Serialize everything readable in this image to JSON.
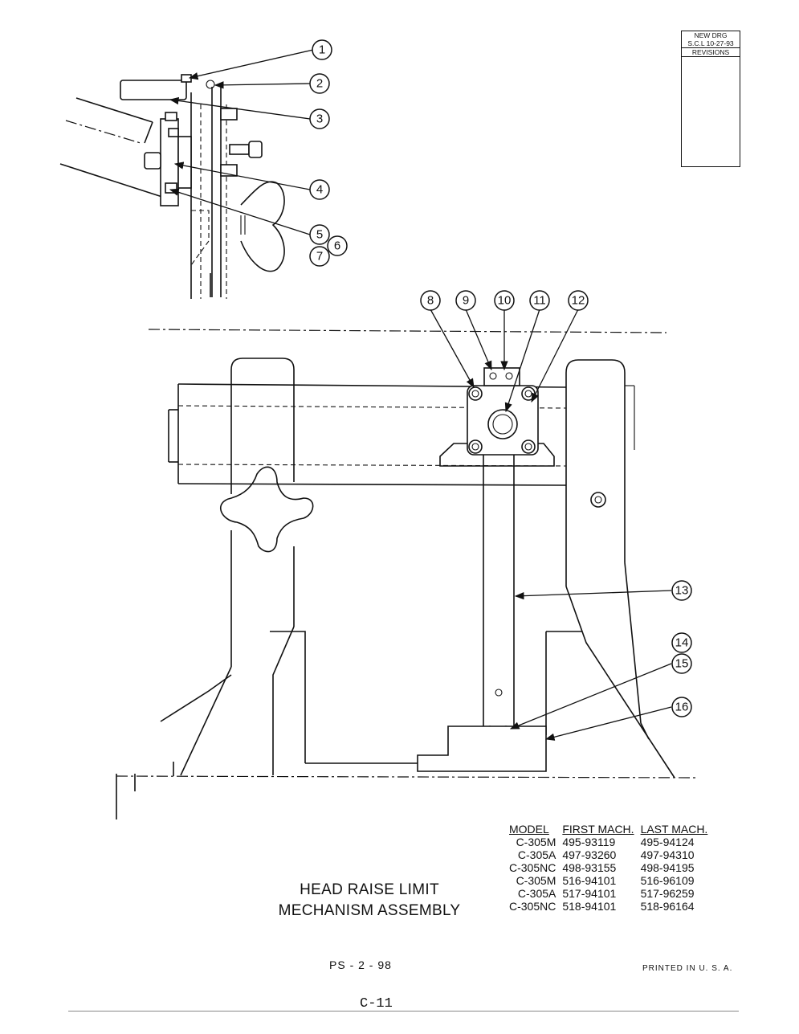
{
  "revision_block": {
    "line1": "NEW DRG",
    "line2": "S.C.L 10-27-93",
    "line3": "REVISIONS"
  },
  "callouts": [
    {
      "id": "1",
      "label": "1"
    },
    {
      "id": "2",
      "label": "2"
    },
    {
      "id": "3",
      "label": "3"
    },
    {
      "id": "4",
      "label": "4"
    },
    {
      "id": "5",
      "label": "5"
    },
    {
      "id": "6",
      "label": "6"
    },
    {
      "id": "7",
      "label": "7"
    },
    {
      "id": "8",
      "label": "8"
    },
    {
      "id": "9",
      "label": "9"
    },
    {
      "id": "10",
      "label": "10"
    },
    {
      "id": "11",
      "label": "11"
    },
    {
      "id": "12",
      "label": "12"
    },
    {
      "id": "13",
      "label": "13"
    },
    {
      "id": "14",
      "label": "14"
    },
    {
      "id": "15",
      "label": "15"
    },
    {
      "id": "16",
      "label": "16"
    }
  ],
  "title": {
    "line1": "HEAD RAISE LIMIT",
    "line2": "MECHANISM ASSEMBLY"
  },
  "model_table": {
    "headers": [
      "MODEL",
      "FIRST MACH.",
      "LAST MACH."
    ],
    "rows": [
      [
        "C-305M",
        "495-93119",
        "495-94124"
      ],
      [
        "C-305A",
        "497-93260",
        "497-94310"
      ],
      [
        "C-305NC",
        "498-93155",
        "498-94195"
      ],
      [
        "C-305M",
        "516-94101",
        "516-96109"
      ],
      [
        "C-305A",
        "517-94101",
        "517-96259"
      ],
      [
        "C-305NC",
        "518-94101",
        "518-96164"
      ]
    ]
  },
  "page_code": "PS - 2 - 98",
  "printed": "PRINTED  IN  U. S. A.",
  "page_number": "C-11"
}
